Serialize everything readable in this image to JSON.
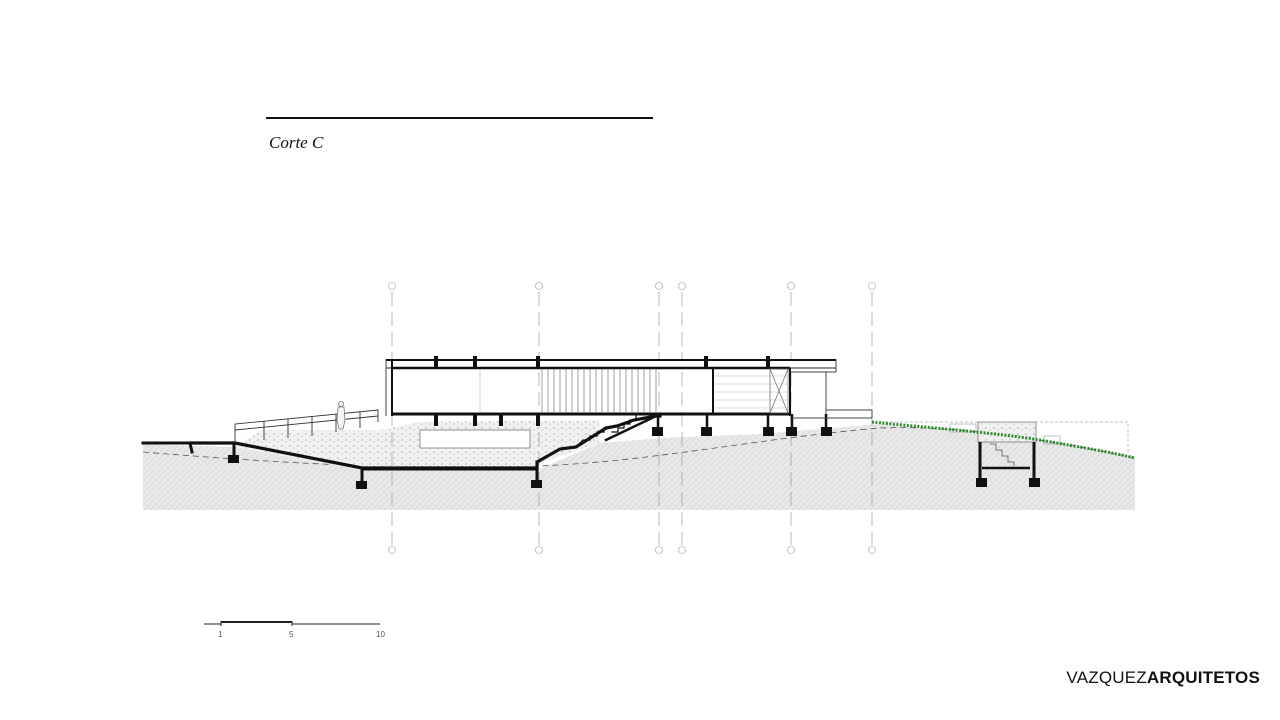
{
  "drawing": {
    "title": "Corte C"
  },
  "scale_bar": {
    "labels": [
      "1",
      "5",
      "10"
    ]
  },
  "brand": {
    "light": "VAZQUEZ",
    "bold": "ARQUITETOS"
  },
  "colors": {
    "ink": "#111111",
    "ground_fill": "#e9e9e9",
    "grass": "#2e8b2e",
    "hatch": "#cfcfcf"
  }
}
